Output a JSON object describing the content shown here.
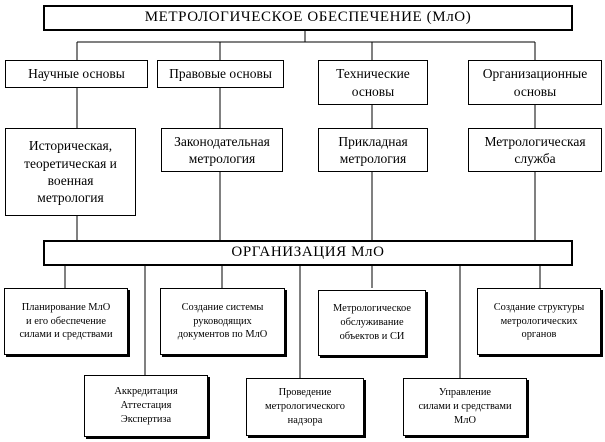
{
  "diagram": {
    "title": "МЕТРОЛОГИЧЕСКОЕ  ОБЕСПЕЧЕНИЕ  (МлО)",
    "foundations": [
      "Научные основы",
      "Правовые основы",
      "Технические\nосновы",
      "Организационные\nосновы"
    ],
    "disciplines": [
      "Историческая,\nтеоретическая и\nвоенная\nметрология",
      "Законодательная\nметрология",
      "Прикладная\nметрология",
      "Метрологическая\nслужба"
    ],
    "organization_title": "ОРГАНИЗАЦИЯ  МлО",
    "activities_upper": [
      "Планирование МлО\nи его обеспечение\nсилами и средствами",
      "Создание системы\nруководящих\nдокументов по МлО",
      "Метрологическое\nобслуживание\nобъектов и СИ",
      "Создание структуры\nметрологических\nорганов"
    ],
    "activities_lower": [
      "Аккредитация\nАттестация\nЭкспертиза",
      "Проведение\nметрологического\nнадзора",
      "Управление\nсилами и средствами\nМлО"
    ]
  }
}
